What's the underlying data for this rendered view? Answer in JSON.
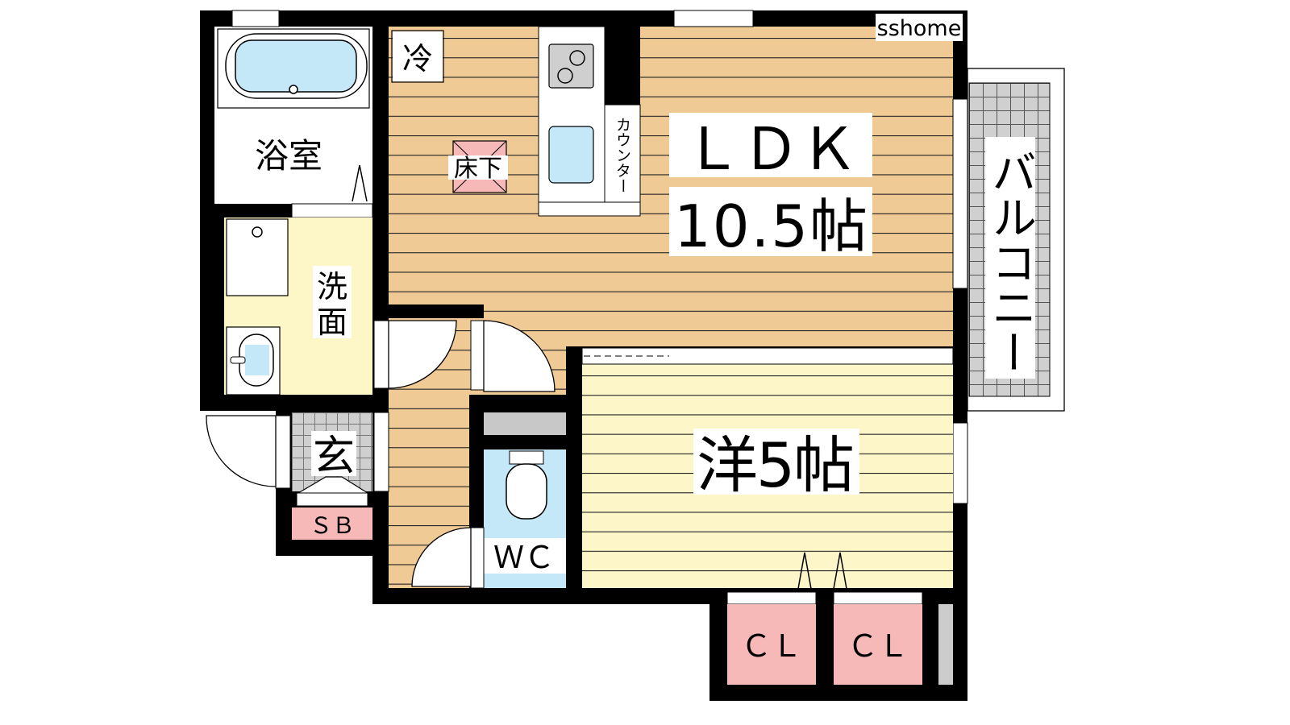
{
  "watermark": "sshome",
  "rooms": {
    "ldk_name": "ＬＤＫ",
    "ldk_size": "10.5帖",
    "western_room": "洋5帖",
    "bathroom": "浴室",
    "washroom_line1": "洗",
    "washroom_line2": "面",
    "entrance": "玄",
    "shoe_box": "ＳＢ",
    "toilet": "ＷＣ",
    "closet_1": "ＣＬ",
    "closet_2": "ＣＬ",
    "balcony": "バルコニー"
  },
  "fixtures": {
    "fridge": "冷",
    "underfloor_storage": "床下",
    "counter": "カウンター"
  },
  "colors": {
    "wall": "#000000",
    "wood_floor": "#f0ca95",
    "western_floor": "#fdf6c9",
    "washroom_floor": "#fdf7c8",
    "water": "#c4e8f7",
    "storage_pink": "#f7b8b8",
    "tile_grey": "#cccccc"
  }
}
